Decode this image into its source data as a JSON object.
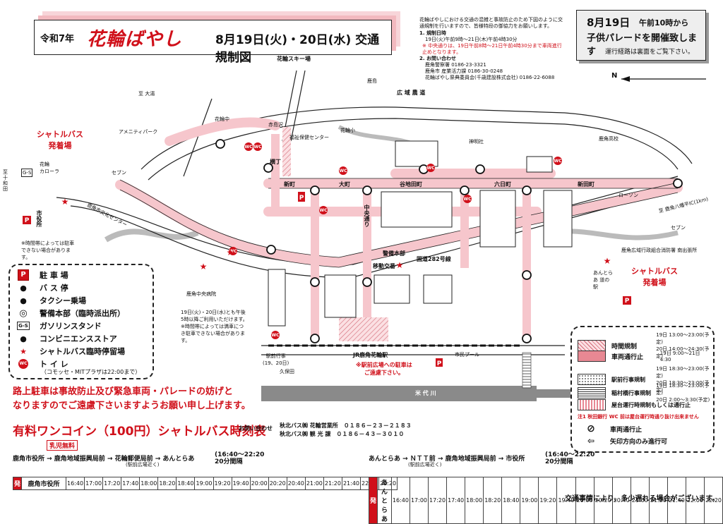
{
  "header": {
    "era": "令和7年",
    "festival": "花輪ばやし",
    "dates": "8月19日(火)・20日(水) 交通規制図",
    "notice_lines": [
      "花輪ばやしにおける交通の混雑と事故防止のため下図のように交通規制を行いますので、皆様特段の御協力をお願いします。",
      "1. 規制日時",
      "19日(火)午前9時〜21日(木)午前4時30分",
      "※ 中央通りは、19日午前8時〜21日午前4時30分まで車両進行止めとなります。",
      "2. お問い合わせ",
      "鹿角警察署 0186-23-3321",
      "鹿角市 産業活力課 0186-30-0248",
      "花輪ばやし祭典委員会(千歳建設株式会社) 0186-22-6088"
    ]
  },
  "parade": {
    "line1_date": "8月19日",
    "line1_time": "午前10時から",
    "line2": "子供パレードを開催致します",
    "line3": "運行経路は裏面をご覧下さい。"
  },
  "north": "N",
  "map_labels": {
    "hanawa_ski": "花輪スキー場",
    "oyu": "至 大湯",
    "koiki": "広 域 農 道",
    "amenity": "アメニティパーク",
    "shuttle_west": "シャトルバス\n発着場",
    "shuttle_east": "シャトルバス\n発着場",
    "to_towada": "至\n十\n和\n田",
    "gs_caroler": "花輪\nカローラ",
    "seven": "セブン",
    "city_hall": "市役所",
    "hanawachu": "花輪中",
    "akashimago": "赤島沢",
    "fukushi": "福祉保健センター",
    "hanawasho": "花輪小",
    "kashima": "鹿島",
    "shinmeisha": "神明社",
    "kazunokoko": "鹿角高校",
    "yokocho": "横丁",
    "shinmachi": "新町",
    "omachi": "大町",
    "taniji": "谷地田町",
    "mukaibo": "六日町",
    "shinyokamachi": "新田町",
    "lawson": "ローソン",
    "to_ic": "至 鹿角八幡平IC(1km)",
    "tofu": "鹿角市文化センター",
    "chuo": "中央通り",
    "kokudo": "国道282号線",
    "ido": "移動交番",
    "keibihonbu": "警備本部",
    "hospital": "鹿角中央病院",
    "jr": "JR鹿角花輪駅",
    "ekimae_warning": "※駅前広場への駐車は\nご遠慮下さい。",
    "kubota": "久保田",
    "yoneshiro": "米 代 川",
    "shimin_pool": "市民プール",
    "kankochu": "鹿角広域行政組合消防署 南出張所",
    "anto": "あんとらあ 道の駅",
    "chu_note": "※時間帯によっては駐車できない場合があります。",
    "fujimi_note": "19日(火)・20日(水)とも午後5時以降ご利用いただけます。\n※時間帯によっては満車につき駐車できない場合があります。",
    "ekimae_gyoji": "駅前行事\n(19、20日)"
  },
  "legend": {
    "items": [
      {
        "label": "駐 車 場",
        "sym": "P"
      },
      {
        "label": "バ ス 停",
        "sym": "dot"
      },
      {
        "label": "タクシー乗場",
        "sym": "dot"
      },
      {
        "label": "警備本部（臨時派出所）",
        "sym": "ring"
      },
      {
        "label": "ガソリンスタンド",
        "sym": "G-S"
      },
      {
        "label": "コンビニエンスストア",
        "sym": "dot"
      },
      {
        "label": "シャトルバス臨時停留場",
        "sym": "star"
      },
      {
        "label": "ト イ レ",
        "sym": "WC"
      },
      {
        "label": "（コモッセ・MITプラザは22:00まで）",
        "sym": ""
      }
    ]
  },
  "legend2": {
    "rows": [
      {
        "label": "時間規制",
        "times": "19日 13:00〜23:00(予定)\n20日 14:00〜24:30(予定)",
        "pattern": "hatch"
      },
      {
        "label": "車両通行止",
        "times": "19日 9:00〜21日4:30",
        "pattern": "solid"
      },
      {
        "label": "駅前行事規制",
        "times": "19日 18:30〜23:00(予定)\n20日 18:30〜23:00(予定)",
        "pattern": "dots"
      },
      {
        "label": "稲村橋行事規制",
        "times": "19日 18:30〜23:00(予定)\n20日 2:00〜3:30(予定)",
        "pattern": "lines"
      },
      {
        "label": "屋台運行時規制もしくは通行止",
        "times": "",
        "pattern": "stripe"
      }
    ],
    "note": "注1 秋田銀行 WC 前は屋台運行時通り抜け出来ません",
    "stop": "車両通行止",
    "oneway": "矢印方向のみ進行可"
  },
  "warning": {
    "line1": "路上駐車は事故防止及び緊急車両・パレードの妨げと",
    "line2": "なりますのでご遠慮下さいますようお願い申し上げます。"
  },
  "schedule": {
    "title": "有料ワンコイン（100円）シャトルバス時刻表",
    "contact_label": "お問い合わせ",
    "contact1": "秋北バス㈱ 花輪営業所　０１８６－２３－２１８３",
    "contact2": "秋北バス㈱ 観 光 課　０１８６－４３－３０１０",
    "free_badge": "乳児無料",
    "route_left": "鹿角市役所 → 鹿角地域振興局前 → 花輪郵便局前 → あんとらあ",
    "route_left_sub": "(駅前広場近く)",
    "route_left_time": "(16:40〜22:20\n20分間隔",
    "route_right": "あんとらあ → ＮＴＴ前 → 鹿角地域振興局前 → 市役所",
    "route_right_sub": "(駅前広場近く)",
    "route_right_time": "(16:40〜22:20\n20分間隔",
    "start_label": "発",
    "left_origin": "鹿角市役所",
    "right_origin": "あんとらあ",
    "times": [
      "16:40",
      "17:00",
      "17:20",
      "17:40",
      "18:00",
      "18:20",
      "18:40",
      "19:00",
      "19:20",
      "19:40",
      "20:00",
      "20:20",
      "20:40",
      "21:00",
      "21:20",
      "21:40",
      "22:00",
      "22:20"
    ],
    "footnote": "交通事情により、多少遅れる場合がございます。"
  },
  "colors": {
    "restricted": "#f6c6cc",
    "closed": "#e88893",
    "red": "#d0101a"
  }
}
